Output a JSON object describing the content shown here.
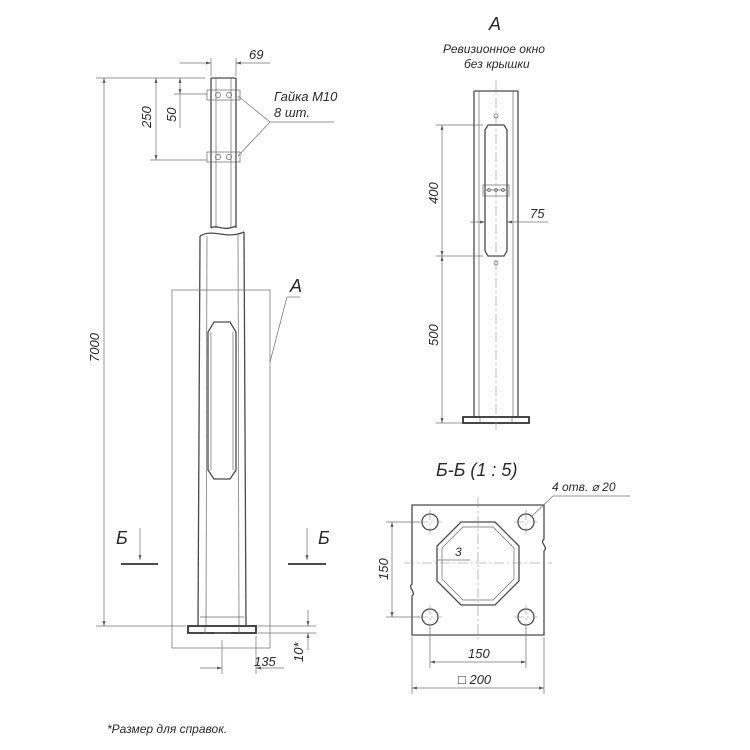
{
  "main_view": {
    "top_width": "69",
    "dim_250": "250",
    "dim_50": "50",
    "dim_7000": "7000",
    "dim_135": "135",
    "dim_10": "10*",
    "nut_label_line1": "Гайка М10",
    "nut_label_line2": "8 шт.",
    "callout_a": "А",
    "section_mark_left": "Б",
    "section_mark_right": "Б"
  },
  "view_a": {
    "title": "А",
    "subtitle_line1": "Ревизионное окно",
    "subtitle_line2": "без крышки",
    "dim_400": "400",
    "dim_500": "500",
    "dim_75": "75"
  },
  "section": {
    "title": "Б-Б (1 : 5)",
    "holes_label": "4 отв. ⌀ 20",
    "dim_150_vertical": "150",
    "dim_3": "3",
    "dim_150_horizontal": "150",
    "dim_200": "□ 200"
  },
  "footnote": "*Размер для справок."
}
